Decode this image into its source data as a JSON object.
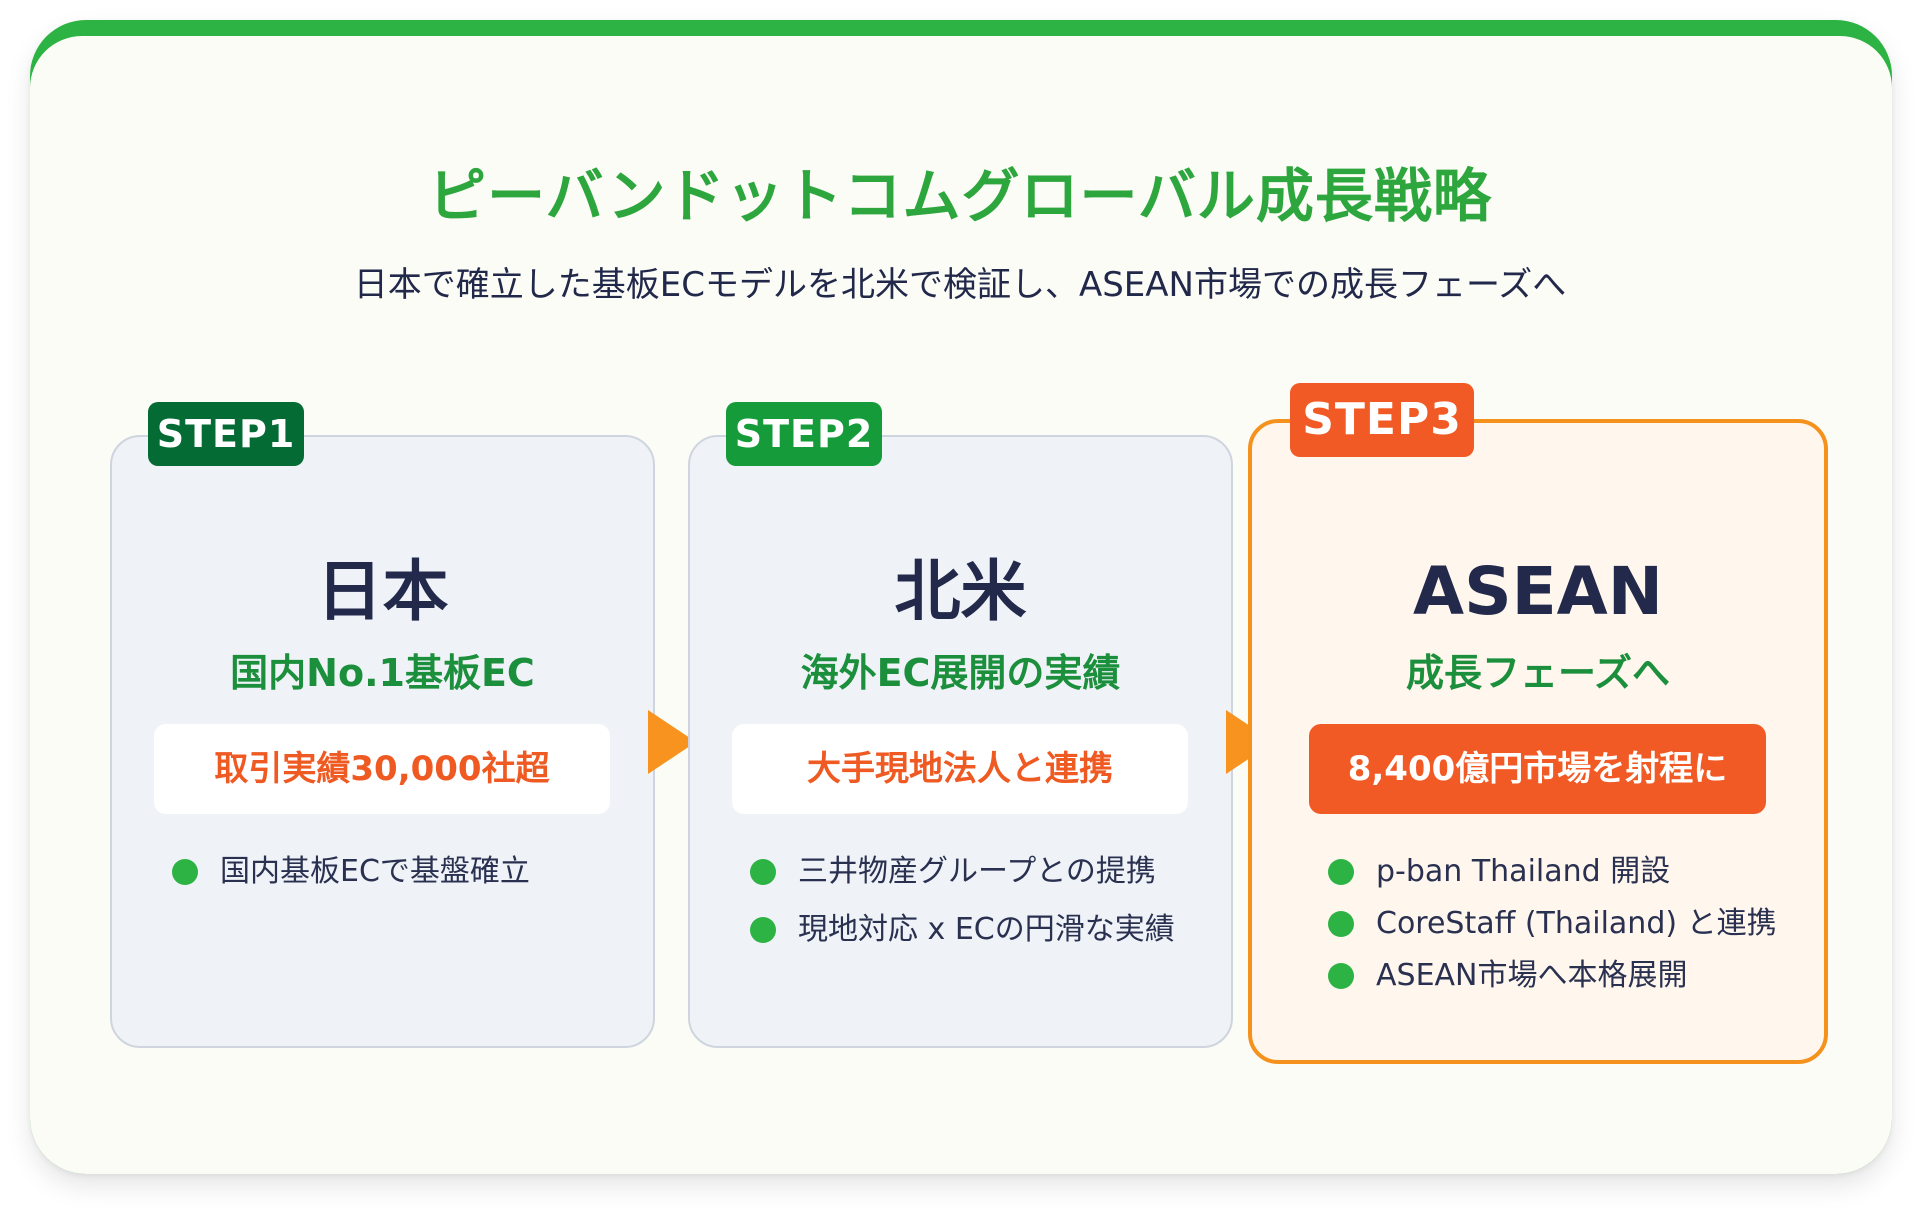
{
  "header": {
    "title": "ピーバンドットコムグローバル成長戦略",
    "subtitle": "日本で確立した基板ECモデルを北米で検証し、ASEAN市場での成長フェーズへ"
  },
  "steps": [
    {
      "badge": "STEP1",
      "region": "日本",
      "tagline": "国内No.1基板EC",
      "highlight": "取引実績30,000社超",
      "bullets": [
        "国内基板ECで基盤確立"
      ]
    },
    {
      "badge": "STEP2",
      "region": "北米",
      "tagline": "海外EC展開の実績",
      "highlight": "大手現地法人と連携",
      "bullets": [
        "三井物産グループとの提携",
        "現地対応 x ECの円滑な実績"
      ]
    },
    {
      "badge": "STEP3",
      "region": "ASEAN",
      "tagline": "成長フェーズへ",
      "highlight": "8,400億円市場を射程に",
      "bullets": [
        "p-ban Thailand 開設",
        "CoreStaff (Thailand) と連携",
        "ASEAN市場へ本格展開"
      ]
    }
  ],
  "colors": {
    "brand_green": "#2db343",
    "title_green": "#2da63d",
    "accent_orange": "#f15a24",
    "arrow_orange": "#f7931e",
    "step1_badge": "#046b35",
    "step2_badge": "#159b3a",
    "text_navy": "#23294b"
  },
  "icons": {
    "bullet": "bullet-dot-icon",
    "arrow": "arrow-right-icon"
  }
}
